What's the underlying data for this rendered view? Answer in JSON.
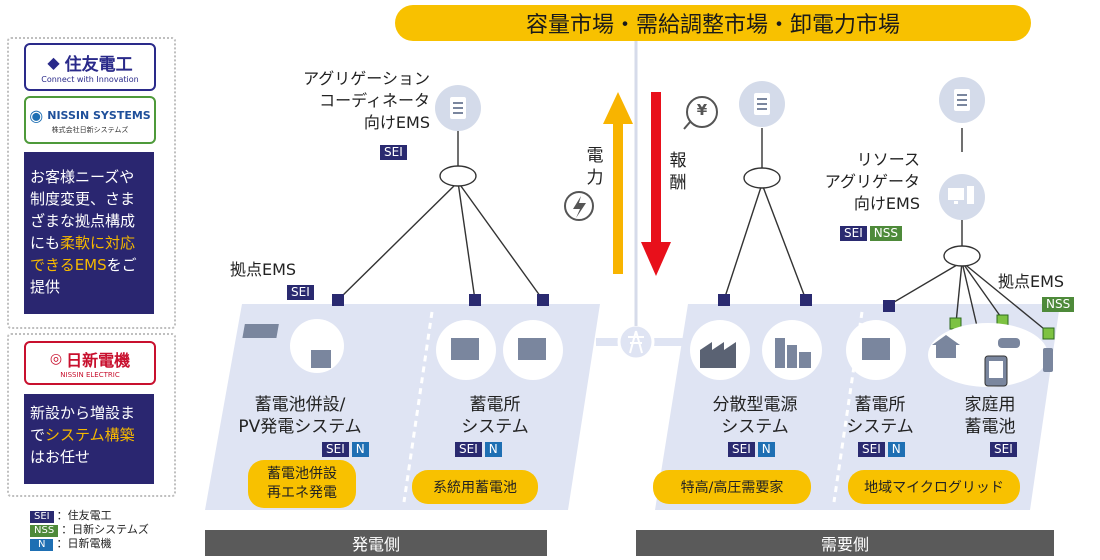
{
  "market": "容量市場・需給調整市場・卸電力市場",
  "flows": {
    "power": "電力",
    "reward": "報酬",
    "yen": "¥"
  },
  "left_panel": {
    "sei_logo": "住友電工",
    "sei_tagline": "Connect with Innovation",
    "nssl_logo": "NISSIN SYSTEMS",
    "nssl_sub": "株式会社日新システムズ",
    "text1_parts": [
      "お客様ニーズや制度変更、さまざまな拠点構成にも",
      "柔軟に対応できるEMS",
      "をご提供"
    ],
    "nissin_logo": "日新電機",
    "nissin_sub": "NISSIN ELECTRIC",
    "text2_parts": [
      "新設から増設まで",
      "システム構築",
      "はお任せ"
    ]
  },
  "legend": [
    {
      "tag": "SEI",
      "text": "：住友電工",
      "color": "#2a2a70"
    },
    {
      "tag": "NSS",
      "text": "：日新システムズ",
      "color": "#4e8a3a"
    },
    {
      "tag": "N",
      "text": "：日新電機",
      "color": "#1e6fb3"
    }
  ],
  "ems": {
    "aggregation_coord": [
      "アグリゲーション",
      "コーディネータ",
      "向けEMS"
    ],
    "resource_agg": [
      "リソース",
      "アグリゲータ",
      "向けEMS"
    ],
    "site_left": "拠点EMS",
    "site_right": "拠点EMS"
  },
  "tags": {
    "sei": "SEI",
    "nss": "NSS",
    "n": "N"
  },
  "units": {
    "bess_pv": [
      "蓄電池併設/",
      "PV発電システム"
    ],
    "substation_left": [
      "蓄電所",
      "システム"
    ],
    "distributed": [
      "分散型電源",
      "システム"
    ],
    "substation_right": [
      "蓄電所",
      "システム"
    ],
    "home_battery": [
      "家庭用",
      "蓄電池"
    ]
  },
  "pills": {
    "bess_renew": [
      "蓄電池併設",
      "再エネ発電"
    ],
    "grid_battery": "系統用蓄電池",
    "high_voltage": "特高/高圧需要家",
    "microgrid": "地域マイクログリッド"
  },
  "bars": {
    "generation": "発電側",
    "demand": "需要側"
  }
}
